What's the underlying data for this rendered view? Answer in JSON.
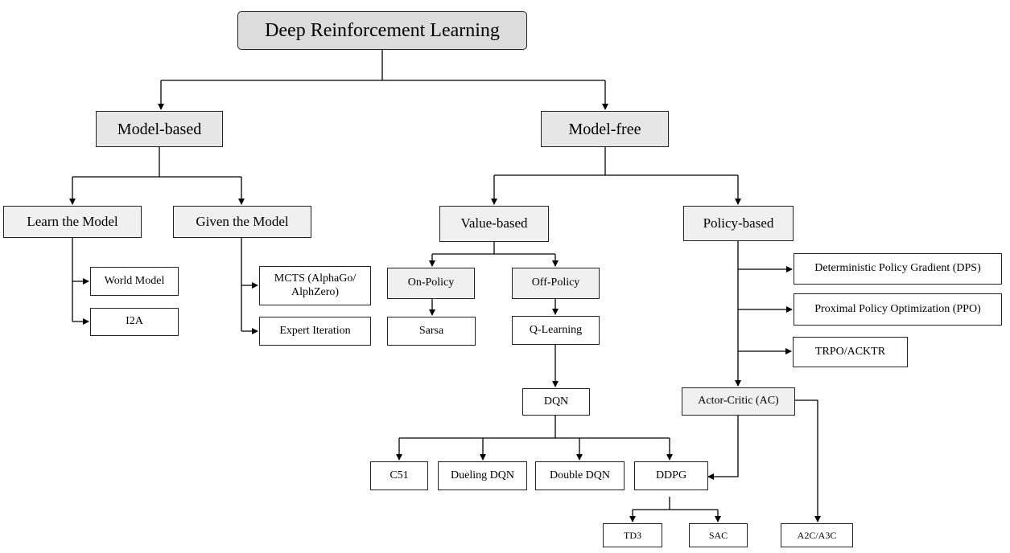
{
  "nodes": {
    "root": "Deep Reinforcement Learning",
    "model_based": "Model-based",
    "model_free": "Model-free",
    "learn_model": "Learn the Model",
    "given_model": "Given the Model",
    "world_model": "World Model",
    "i2a": "I2A",
    "mcts_line1": "MCTS (AlphaGo/",
    "mcts_line2": "AlphZero)",
    "expert_iteration": "Expert Iteration",
    "value_based": "Value-based",
    "policy_based": "Policy-based",
    "on_policy": "On-Policy",
    "off_policy": "Off-Policy",
    "sarsa": "Sarsa",
    "q_learning": "Q-Learning",
    "dqn": "DQN",
    "c51": "C51",
    "dueling_dqn": "Dueling DQN",
    "double_dqn": "Double DQN",
    "ddpg": "DDPG",
    "td3": "TD3",
    "sac": "SAC",
    "dps": "Deterministic Policy Gradient (DPS)",
    "ppo": "Proximal Policy Optimization (PPO)",
    "trpo": "TRPO/ACKTR",
    "actor_critic": "Actor-Critic (AC)",
    "a2c": "A2C/A3C"
  }
}
